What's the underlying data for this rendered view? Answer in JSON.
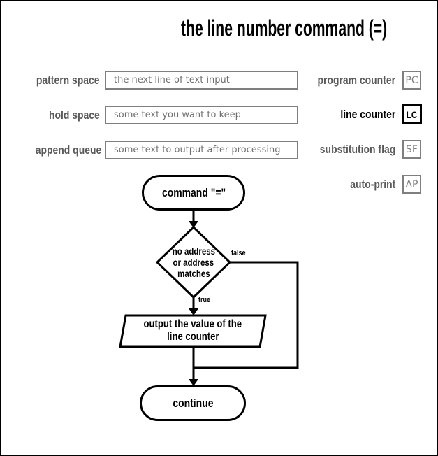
{
  "title": "the line number command (=)",
  "state_rows": [
    {
      "label": "pattern space",
      "value": "the next line of text input"
    },
    {
      "label": "hold space",
      "value": "some text you want to keep"
    },
    {
      "label": "append queue",
      "value": "some text to output after processing"
    }
  ],
  "registers": [
    {
      "label": "program counter",
      "abbr": "PC",
      "highlighted": false
    },
    {
      "label": "line counter",
      "abbr": "LC",
      "highlighted": true
    },
    {
      "label": "substitution flag",
      "abbr": "SF",
      "highlighted": false
    },
    {
      "label": "auto-print",
      "abbr": "AP",
      "highlighted": false
    }
  ],
  "flowchart": {
    "start_label": "command \"=\"",
    "decision_line1": "no address",
    "decision_line2": "or address",
    "decision_line3": "matches",
    "false_label": "false",
    "true_label": "true",
    "process_line1": "output the value of the",
    "process_line2": "line counter",
    "end_label": "continue"
  },
  "colors": {
    "ink": "#000000",
    "muted_label": "#595959",
    "muted_border": "#7f7f7f",
    "muted_text": "#6f6f6f"
  }
}
